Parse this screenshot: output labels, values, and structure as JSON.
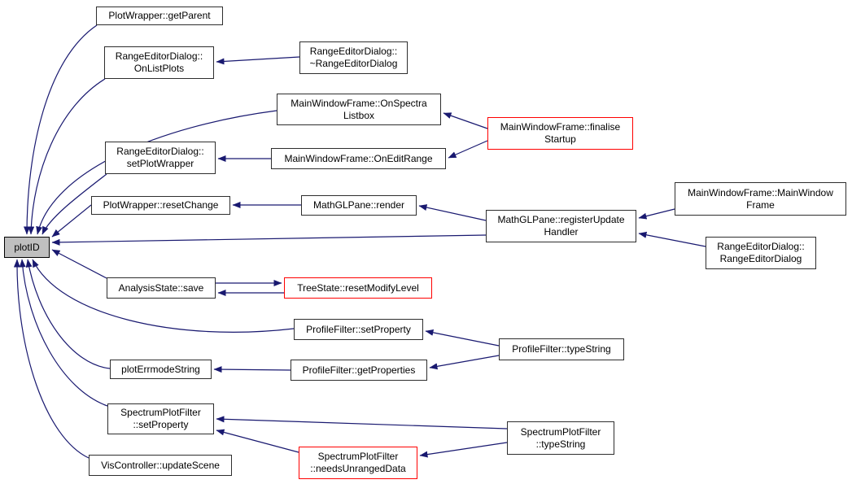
{
  "meta": {
    "title": "plotID caller graph",
    "diagram_type": "doxygen-caller-graph",
    "focus_node": "plotID"
  },
  "colors": {
    "edge": "#191970",
    "node_border": "#2e2e2e",
    "focus_fill": "#bfbfbf",
    "alert_border": "#ff0000",
    "background": "#ffffff"
  },
  "nodes": {
    "plotid": {
      "label": "plotID",
      "type": "focus"
    },
    "getparent": {
      "label": "PlotWrapper::getParent",
      "type": "normal"
    },
    "onlistplots": {
      "label": "RangeEditorDialog::\nOnListPlots",
      "type": "normal"
    },
    "dtor_rangeeditordialog": {
      "label": "RangeEditorDialog::\n~RangeEditorDialog",
      "type": "normal"
    },
    "onspectralistbox": {
      "label": "MainWindowFrame::OnSpectra\nListbox",
      "type": "normal"
    },
    "finalisestartup": {
      "label": "MainWindowFrame::finalise\nStartup",
      "type": "alert"
    },
    "setplotwrapper": {
      "label": "RangeEditorDialog::\nsetPlotWrapper",
      "type": "normal"
    },
    "oneditrange": {
      "label": "MainWindowFrame::OnEditRange",
      "type": "normal"
    },
    "resetchange": {
      "label": "PlotWrapper::resetChange",
      "type": "normal"
    },
    "render": {
      "label": "MathGLPane::render",
      "type": "normal"
    },
    "registerupdatehandler": {
      "label": "MathGLPane::registerUpdate\nHandler",
      "type": "normal"
    },
    "mainwindowframe_ctor": {
      "label": "MainWindowFrame::MainWindow\nFrame",
      "type": "normal"
    },
    "rangeeditordialog_ctor": {
      "label": "RangeEditorDialog::\nRangeEditorDialog",
      "type": "normal"
    },
    "analysisstate_save": {
      "label": "AnalysisState::save",
      "type": "normal"
    },
    "resetmodifylevel": {
      "label": "TreeState::resetModifyLevel",
      "type": "alert"
    },
    "profile_setproperty": {
      "label": "ProfileFilter::setProperty",
      "type": "normal"
    },
    "profile_typestring": {
      "label": "ProfileFilter::typeString",
      "type": "normal"
    },
    "ploterrmodestring": {
      "label": "plotErrmodeString",
      "type": "normal"
    },
    "profile_getproperties": {
      "label": "ProfileFilter::getProperties",
      "type": "normal"
    },
    "spectrum_setproperty": {
      "label": "SpectrumPlotFilter\n::setProperty",
      "type": "normal"
    },
    "spectrum_typestring": {
      "label": "SpectrumPlotFilter\n::typeString",
      "type": "normal"
    },
    "needsunrangeddata": {
      "label": "SpectrumPlotFilter\n::needsUnrangedData",
      "type": "alert"
    },
    "updatescene": {
      "label": "VisController::updateScene",
      "type": "normal"
    }
  },
  "edges": [
    {
      "from": "getparent",
      "to": "plotid"
    },
    {
      "from": "onlistplots",
      "to": "plotid"
    },
    {
      "from": "onspectralistbox",
      "to": "plotid"
    },
    {
      "from": "setplotwrapper",
      "to": "plotid"
    },
    {
      "from": "resetchange",
      "to": "plotid"
    },
    {
      "from": "registerupdatehandler",
      "to": "plotid"
    },
    {
      "from": "analysisstate_save",
      "to": "plotid"
    },
    {
      "from": "profile_setproperty",
      "to": "plotid"
    },
    {
      "from": "ploterrmodestring",
      "to": "plotid"
    },
    {
      "from": "spectrum_setproperty",
      "to": "plotid"
    },
    {
      "from": "updatescene",
      "to": "plotid"
    },
    {
      "from": "dtor_rangeeditordialog",
      "to": "onlistplots"
    },
    {
      "from": "finalisestartup",
      "to": "onspectralistbox"
    },
    {
      "from": "finalisestartup",
      "to": "oneditrange"
    },
    {
      "from": "oneditrange",
      "to": "setplotwrapper"
    },
    {
      "from": "render",
      "to": "resetchange"
    },
    {
      "from": "registerupdatehandler",
      "to": "render"
    },
    {
      "from": "mainwindowframe_ctor",
      "to": "registerupdatehandler"
    },
    {
      "from": "rangeeditordialog_ctor",
      "to": "registerupdatehandler"
    },
    {
      "from": "analysisstate_save",
      "to": "resetmodifylevel"
    },
    {
      "from": "resetmodifylevel",
      "to": "analysisstate_save"
    },
    {
      "from": "profile_typestring",
      "to": "profile_setproperty"
    },
    {
      "from": "profile_typestring",
      "to": "profile_getproperties"
    },
    {
      "from": "profile_getproperties",
      "to": "ploterrmodestring"
    },
    {
      "from": "spectrum_typestring",
      "to": "spectrum_setproperty"
    },
    {
      "from": "spectrum_typestring",
      "to": "needsunrangeddata"
    },
    {
      "from": "needsunrangeddata",
      "to": "spectrum_setproperty"
    }
  ]
}
